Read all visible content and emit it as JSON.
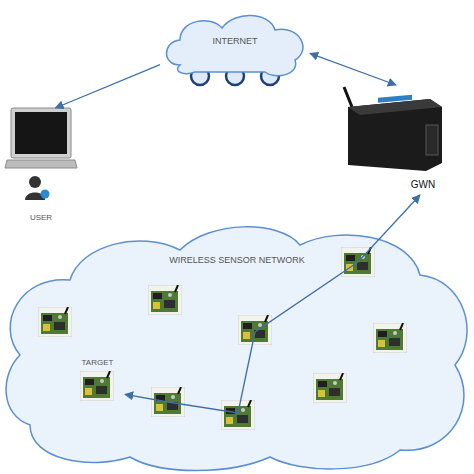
{
  "diagram": {
    "nodes": [
      {
        "text": [
          "INTERNET"
        ]
      },
      {
        "text": [
          "USER"
        ]
      },
      {
        "text": [
          "GWN"
        ]
      },
      {
        "text": [
          "WIRELESS SENSOR NETWORK"
        ]
      },
      {
        "text": [
          "TARGET"
        ],
        "in": 3
      }
    ],
    "edges": [
      {
        "from": 0,
        "to": 1,
        "arrow": "to"
      },
      {
        "from": 0,
        "to": 2,
        "arrow": "both"
      },
      {
        "from": 2,
        "to": 4,
        "arrow": "both"
      }
    ]
  }
}
